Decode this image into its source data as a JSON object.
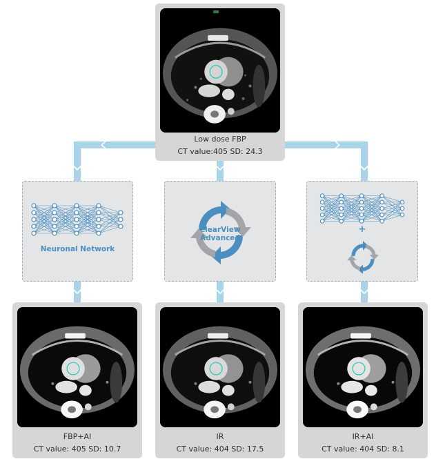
{
  "input_scan": {
    "title": "Low dose FBP",
    "stats": "CT value:405   SD: 24.3"
  },
  "methods": {
    "ai": {
      "label": "Neuronal Network",
      "icon": "neural-network-icon"
    },
    "ir": {
      "label_line1": "ClearView",
      "label_line2": "Advanced",
      "icon": "clearview-cycle-icon"
    },
    "combined": {
      "plus": "+",
      "icons": [
        "neural-network-icon",
        "clearview-cycle-icon"
      ]
    }
  },
  "results": [
    {
      "title": "FBP+AI",
      "stats": "CT value: 405   SD: 10.7",
      "noise": 0.35
    },
    {
      "title": "IR",
      "stats": "CT value: 404   SD: 17.5",
      "noise": 0.6
    },
    {
      "title": "IR+AI",
      "stats": "CT value: 404   SD: 8.1",
      "noise": 0.2
    }
  ],
  "colors": {
    "accent_blue": "#4b8fc0",
    "connector_blue": "#a9d3e8",
    "arrow_gray": "#a3a5a8",
    "card_gray": "#d6d6d7",
    "method_bg": "#e4e5e6"
  }
}
